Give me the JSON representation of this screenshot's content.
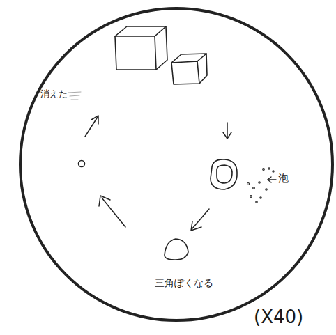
{
  "diagram": {
    "labels": [
      "消えた",
      "泡",
      "三角ぽくなる",
      "(X40)"
    ]
  }
}
